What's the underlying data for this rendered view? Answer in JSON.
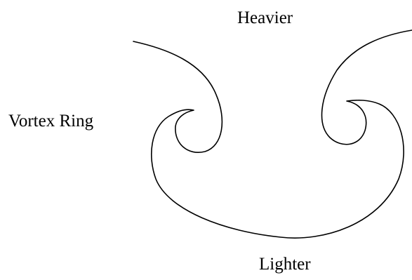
{
  "labels": {
    "top": "Heavier",
    "left": "Vortex Ring",
    "bottom": "Lighter"
  },
  "colors": {
    "stroke": "#000000",
    "text": "#000000",
    "background": "#ffffff"
  }
}
